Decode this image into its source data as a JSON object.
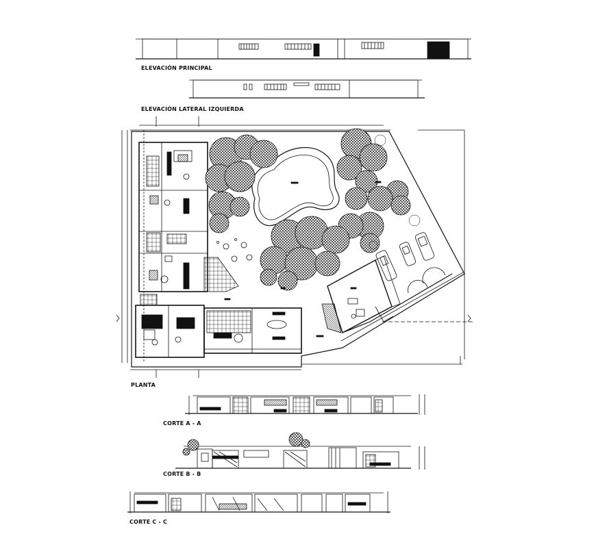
{
  "labels": {
    "elev_principal": "ELEVACIÓN PRINCIPAL",
    "elev_lateral": "ELEVACIÓN LATERAL IZQUIERDA",
    "planta": "PLANTA",
    "corte_a": "CORTE A - A",
    "corte_b": "CORTE B - B",
    "corte_c": "CORTE C - C"
  },
  "colors": {
    "line": "#111111",
    "paper": "#ffffff",
    "hatch": "#222222"
  },
  "icons": [
    "tree-canopy-icon",
    "car-icon",
    "pool-icon",
    "furniture-icon"
  ]
}
